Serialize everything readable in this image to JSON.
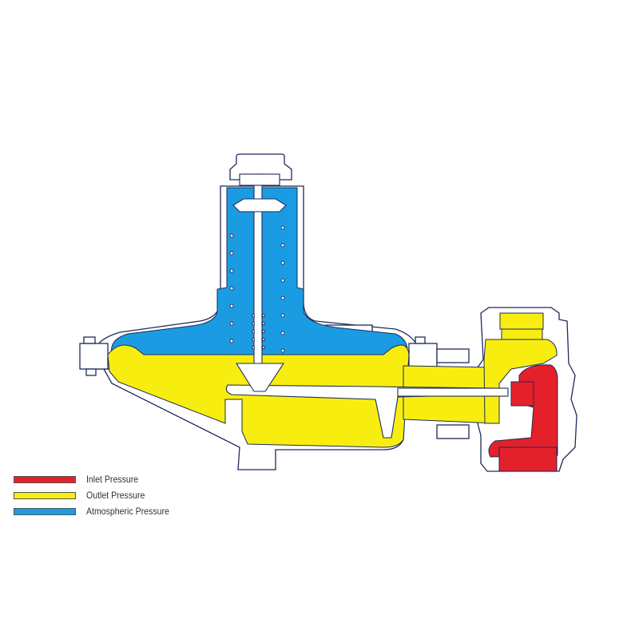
{
  "colors": {
    "inlet": "#e4202a",
    "outlet": "#f7ee0f",
    "atmospheric": "#1b9ce2",
    "outline": "#1f2a5a"
  },
  "legend": [
    {
      "label": "Inlet Pressure",
      "color": "#e4202a"
    },
    {
      "label": "Outlet Pressure",
      "color": "#f7ee0f"
    },
    {
      "label": "Atmospheric Pressure",
      "color": "#1b9ce2"
    }
  ]
}
